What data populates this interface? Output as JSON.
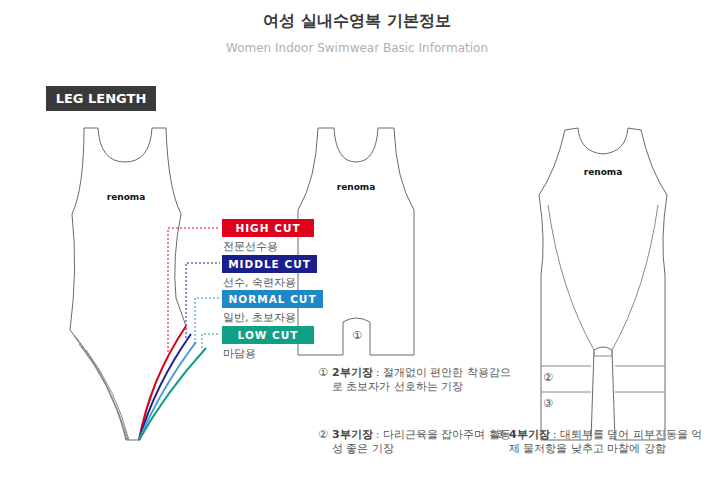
{
  "diagram": {
    "title": "여성 실내수영복 기본정보",
    "nodes": [
      {
        "text": [
          "LEG LENGTH"
        ]
      },
      {
        "text": [
          "HIGH CUT",
          "전문선수용"
        ]
      },
      {
        "text": [
          "MIDDLE CUT",
          "선수, 숙련자용"
        ]
      },
      {
        "text": [
          "NORMAL CUT",
          "일반, 초보자용"
        ]
      },
      {
        "text": [
          "LOW CUT",
          "마담용"
        ]
      }
    ],
    "labels": [
      "Women Indoor Swimwear Basic Information",
      "renoma",
      "renoma",
      "renoma",
      "①",
      "②",
      "③",
      "①",
      "2부기장",
      ": 절개없이 편안한 착용감으로 초보자가 선호하는 기장",
      "②",
      "3부기장",
      ": 다리근육을 잡아주며 활동성 좋은 기장",
      "③",
      "4부기장",
      ": 대퇴부를 덮어 피부진동을 억제 물저항을 낮추고 마찰에 강함"
    ]
  }
}
